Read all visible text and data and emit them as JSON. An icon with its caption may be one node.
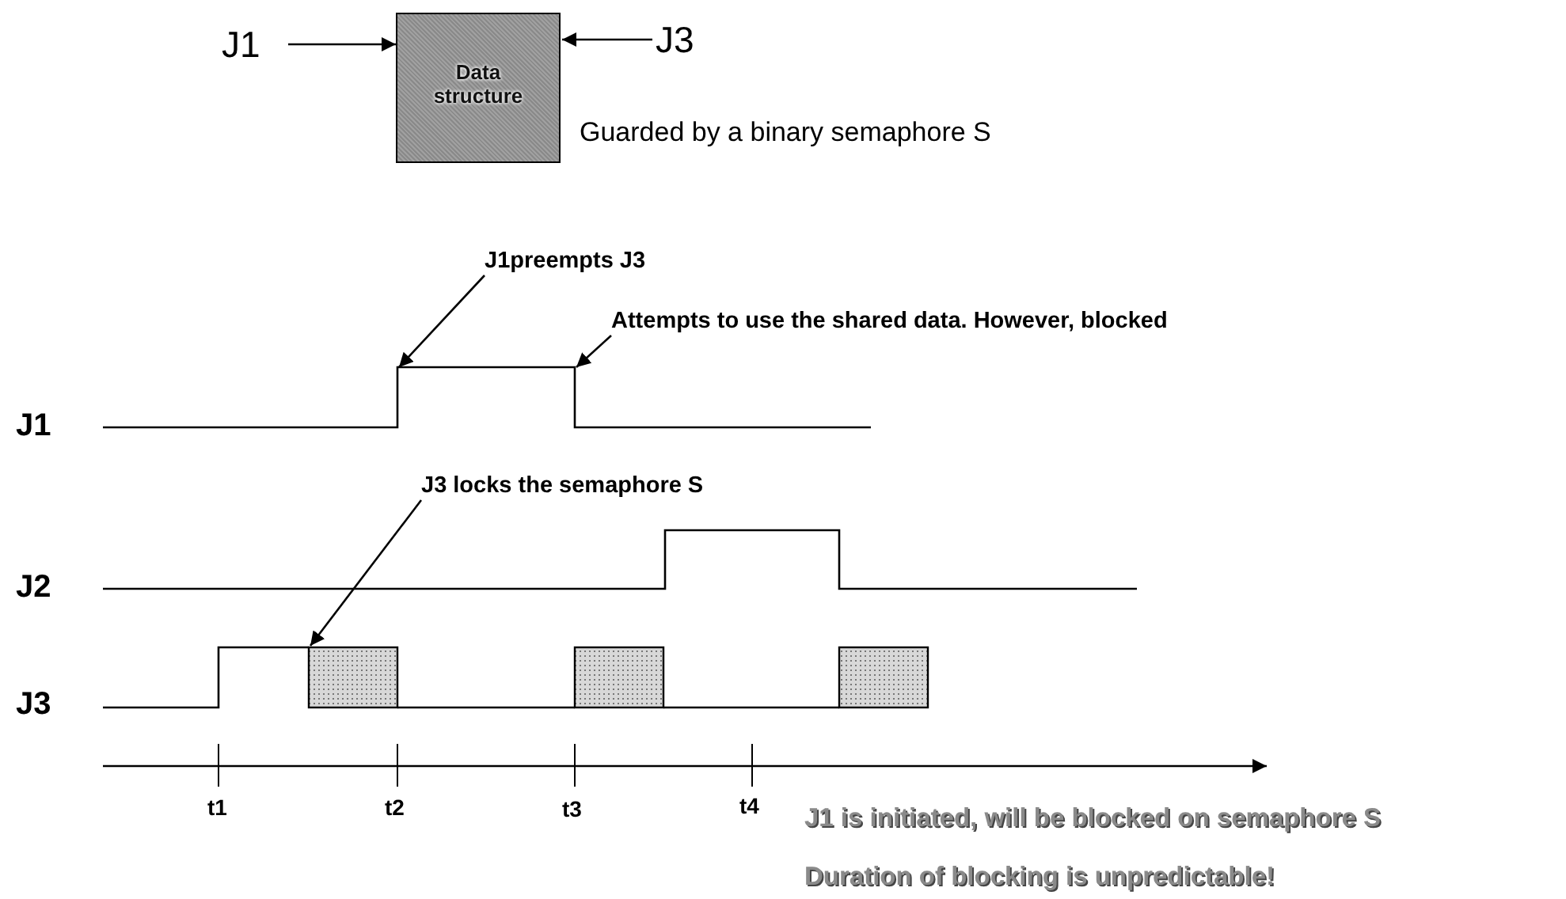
{
  "diagram": {
    "nodes": [
      {
        "text": [
          "J1"
        ]
      },
      {
        "text": [
          "Data structure"
        ],
        "beside": [
          "Guarded by a binary semaphore S"
        ]
      },
      {
        "text": [
          "J3"
        ]
      },
      {
        "text": [
          "J1preempts J3"
        ]
      },
      {
        "text": [
          "Attempts to use the shared data. However, blocked"
        ]
      },
      {
        "text": [
          "J3 locks the semaphore S"
        ]
      }
    ],
    "edges": [
      {
        "from": 0,
        "to": 1,
        "arrow": "to"
      },
      {
        "from": 2,
        "to": 1,
        "arrow": "to"
      },
      {
        "from": 3,
        "to": null,
        "arrow": "to"
      },
      {
        "from": 4,
        "to": null,
        "arrow": "to"
      },
      {
        "from": 5,
        "to": null,
        "arrow": "to"
      }
    ],
    "labels": [
      "J1",
      "J2",
      "J3",
      "t1",
      "t2",
      "t3",
      "t4",
      "J1 is initiated, will be blocked on semaphore S",
      "Duration of blocking is unpredictable!"
    ]
  }
}
